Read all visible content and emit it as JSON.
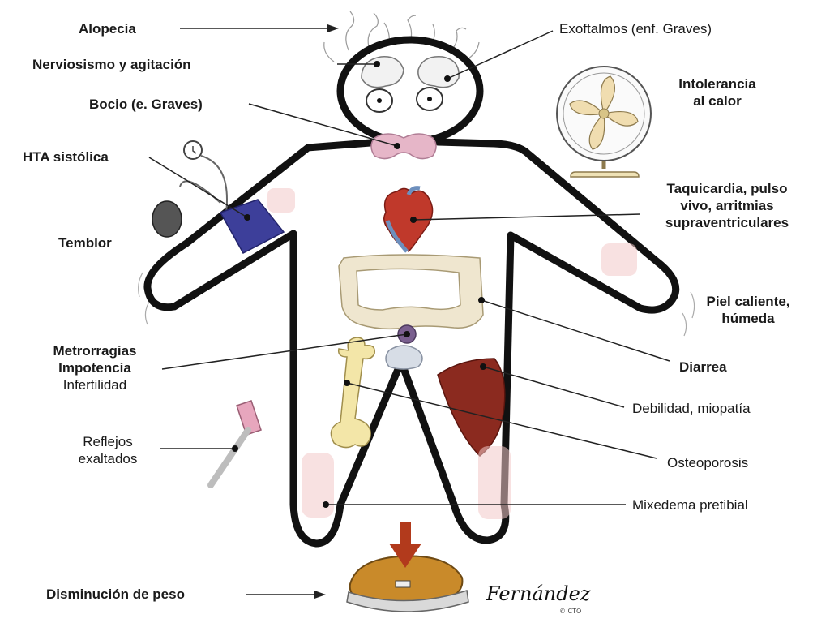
{
  "labels": {
    "alopecia": "Alopecia",
    "nerviosismo": "Nerviosismo y agitación",
    "bocio": "Bocio (e. Graves)",
    "hta": "HTA sistólica",
    "temblor": "Temblor",
    "metrorragias_1": "Metrorragias",
    "metrorragias_2": "Impotencia",
    "metrorragias_3": "Infertilidad",
    "reflejos_1": "Reflejos",
    "reflejos_2": "exaltados",
    "peso": "Disminución de peso",
    "exoftalmos": "Exoftalmos (enf. Graves)",
    "intolerancia_1": "Intolerancia",
    "intolerancia_2": "al calor",
    "taquicardia_1": "Taquicardia, pulso",
    "taquicardia_2": "vivo, arritmias",
    "taquicardia_3": "supraventriculares",
    "piel_1": "Piel caliente,",
    "piel_2": "húmeda",
    "diarrea": "Diarrea",
    "debilidad": "Debilidad, miopatía",
    "osteoporosis": "Osteoporosis",
    "mixedema": "Mixedema pretibial"
  },
  "signature": "Fernández",
  "copyright": "© CTO",
  "colors": {
    "outline": "#111111",
    "thyroid": "#e6b6c8",
    "heart": "#c0392b",
    "cuff": "#3d3f9a",
    "colon": "#efe6cf",
    "muscle": "#8b2a1f",
    "bone": "#f3e6a8",
    "scale": "#c98a2a",
    "arrow": "#b23a1c",
    "skin_patch": "#f2c9c9"
  }
}
